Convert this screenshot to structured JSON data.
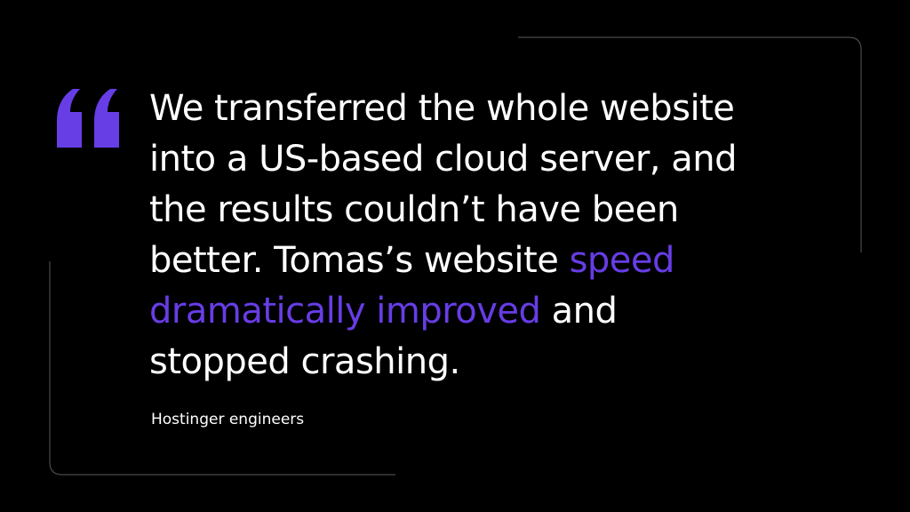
{
  "quote": {
    "lines": [
      {
        "text": "We transferred the whole website",
        "highlight": ""
      },
      {
        "text": "into a US-based cloud server, and",
        "highlight": ""
      },
      {
        "text": "the results couldn’t have been",
        "highlight": ""
      },
      {
        "text": "better. Tomas’s website ",
        "highlight": "speed"
      },
      {
        "highlight_lead": "dramatically improved",
        "text": " and"
      },
      {
        "text": "stopped crashing.",
        "highlight": ""
      }
    ],
    "attribution": "Hostinger engineers"
  },
  "colors": {
    "background": "#000000",
    "text": "#ffffff",
    "accent": "#673de6",
    "frame_border": "#4a4a4a"
  },
  "icons": {
    "quote_mark": "opening-quote-icon"
  }
}
